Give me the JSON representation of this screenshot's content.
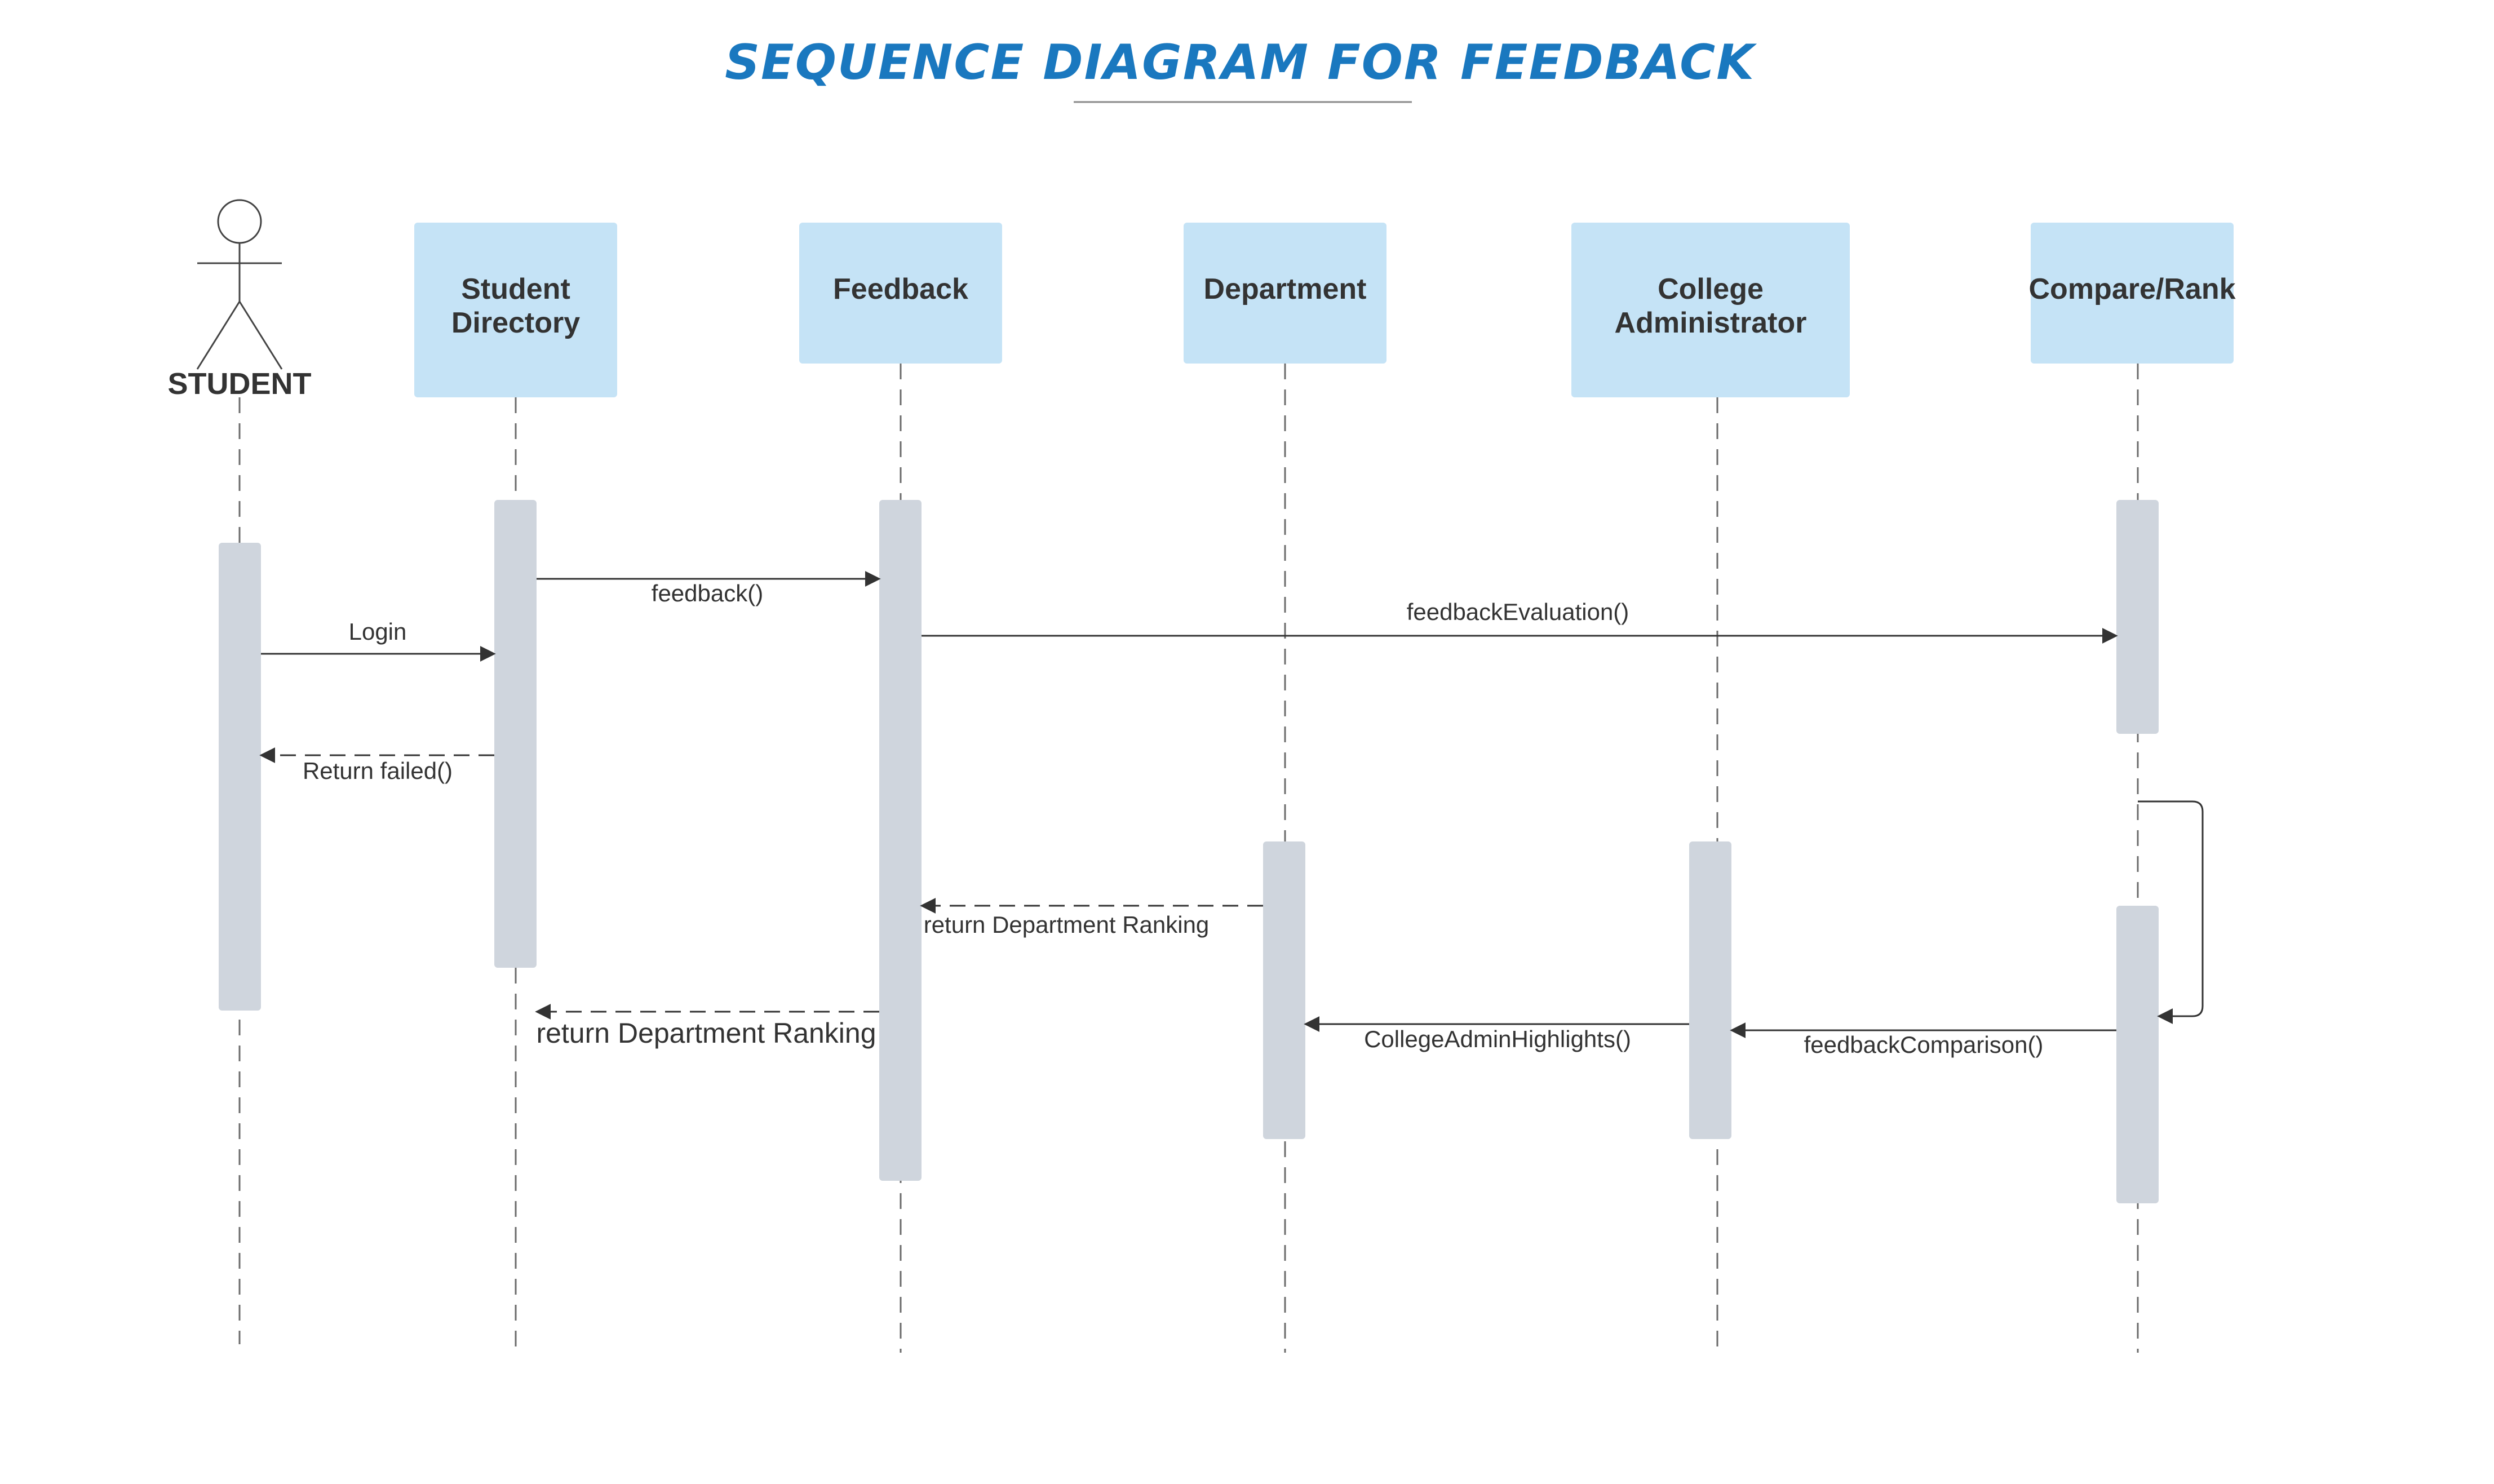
{
  "title": "SEQUENCE DIAGRAM FOR FEEDBACK",
  "actor": {
    "label": "STUDENT"
  },
  "participants": [
    {
      "id": "student_directory",
      "lines": [
        "Student",
        "Directory"
      ]
    },
    {
      "id": "feedback",
      "lines": [
        "Feedback"
      ]
    },
    {
      "id": "department",
      "lines": [
        "Department"
      ]
    },
    {
      "id": "college_admin",
      "lines": [
        "College",
        "Administrator"
      ]
    },
    {
      "id": "compare_rank",
      "lines": [
        "Compare/Rank"
      ]
    }
  ],
  "messages": {
    "login": "Login",
    "return_failed": "Return failed()",
    "feedback": "feedback()",
    "feedback_evaluation": "feedbackEvaluation()",
    "return_dept_ranking_1": "return Department Ranking",
    "return_dept_ranking_2": "return Department Ranking",
    "college_admin_highlights": "CollegeAdminHighlights()",
    "feedback_comparison": "feedbackComparison()"
  },
  "colors": {
    "title": "#1a78bf",
    "header_box": "#c5e3f6",
    "activation": "#cfd5dd",
    "text": "#333333"
  }
}
